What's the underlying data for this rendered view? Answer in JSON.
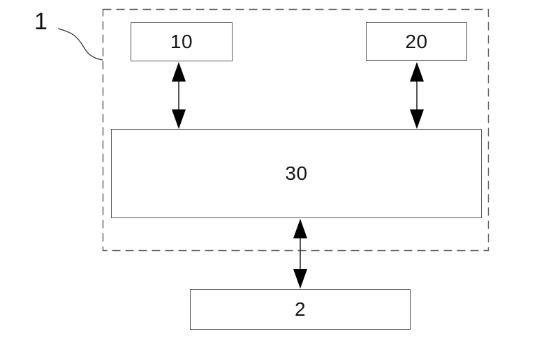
{
  "diagram": {
    "boundary_label": "1",
    "blocks": [
      {
        "label": "10"
      },
      {
        "label": "20"
      },
      {
        "label": "30"
      },
      {
        "label": "2"
      }
    ],
    "connections": [
      {
        "from": "10",
        "to": "30",
        "type": "bidirectional-arrow"
      },
      {
        "from": "20",
        "to": "30",
        "type": "bidirectional-arrow"
      },
      {
        "from": "30",
        "to": "2",
        "type": "bidirectional-arrow"
      }
    ],
    "boundary_contains": [
      "10",
      "20",
      "30"
    ],
    "boundary_style": "dashed"
  },
  "colors": {
    "background": "#ffffff",
    "box_border": "#545454",
    "dashed_border": "#595959",
    "arrow_head": "#000000",
    "arrow_stem": "#2b2b2b",
    "text": "#161616"
  }
}
